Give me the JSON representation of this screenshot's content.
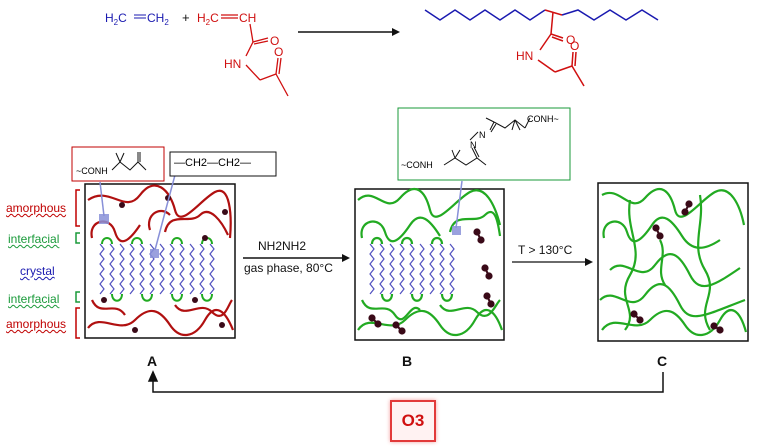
{
  "reaction": {
    "reactant1": "H2C=CH2",
    "plus": "+",
    "monomer": {
      "vinyl": "H2C=CH",
      "amide_nh": "HN",
      "oxygen": "O"
    },
    "product": {
      "amide_nh": "HN",
      "oxygen": "O"
    }
  },
  "region_labels": {
    "amorphous_top": "amorphous",
    "interfacial_top": "interfacial",
    "crystal": "crystal",
    "interfacial_bottom": "interfacial",
    "amorphous_bottom": "amorphous"
  },
  "insets": {
    "ketone_group": "~CONH",
    "ethylene_unit": "—CH2—CH2—",
    "hydrazone_crosslink": {
      "top": "CONH~",
      "bottom": "~CONH",
      "n1": "N",
      "n2": "N"
    }
  },
  "steps": {
    "hydrazine": "NH2NH2",
    "hydrazine_condition": "gas phase, 80°C",
    "heat_condition": "T > 130°C",
    "recycle_reagent": "O3"
  },
  "panels": [
    "A",
    "B",
    "C"
  ],
  "colors": {
    "ethylene": "#1a1ab0",
    "monomer": "#d01010",
    "amorphous_chain": "#b01010",
    "crosslinked_chain": "#22aa22",
    "crystal_zigzag": "#5050c0",
    "ozone_box": "#e23a3a"
  }
}
